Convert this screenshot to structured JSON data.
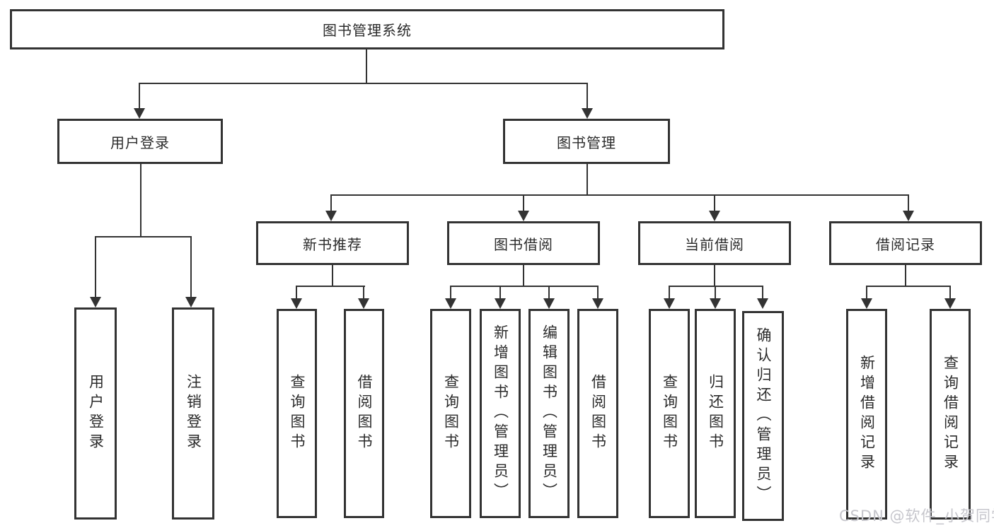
{
  "diagram": {
    "root": {
      "label": "图书管理系统"
    },
    "user_branch": {
      "label": "用户登录",
      "children": [
        {
          "label": "用户登录"
        },
        {
          "label": "注销登录"
        }
      ]
    },
    "mgmt_branch": {
      "label": "图书管理",
      "sections": [
        {
          "label": "新书推荐",
          "children": [
            {
              "label": "查询图书"
            },
            {
              "label": "借阅图书"
            }
          ]
        },
        {
          "label": "图书借阅",
          "children": [
            {
              "label": "查询图书"
            },
            {
              "label": "新增图书（管理员）"
            },
            {
              "label": "编辑图书（管理员）"
            },
            {
              "label": "借阅图书"
            }
          ]
        },
        {
          "label": "当前借阅",
          "children": [
            {
              "label": "查询图书"
            },
            {
              "label": "归还图书"
            },
            {
              "label": "确认归还（管理员）"
            }
          ]
        },
        {
          "label": "借阅记录",
          "children": [
            {
              "label": "新增借阅记录"
            },
            {
              "label": "查询借阅记录"
            }
          ]
        }
      ]
    }
  },
  "watermark": {
    "text": "CSDN @软件_小贺同学"
  },
  "colors": {
    "line": "#333333",
    "box_background": "#ffffff",
    "page_background": "#ffffff",
    "watermark": "#c6c6cc"
  }
}
